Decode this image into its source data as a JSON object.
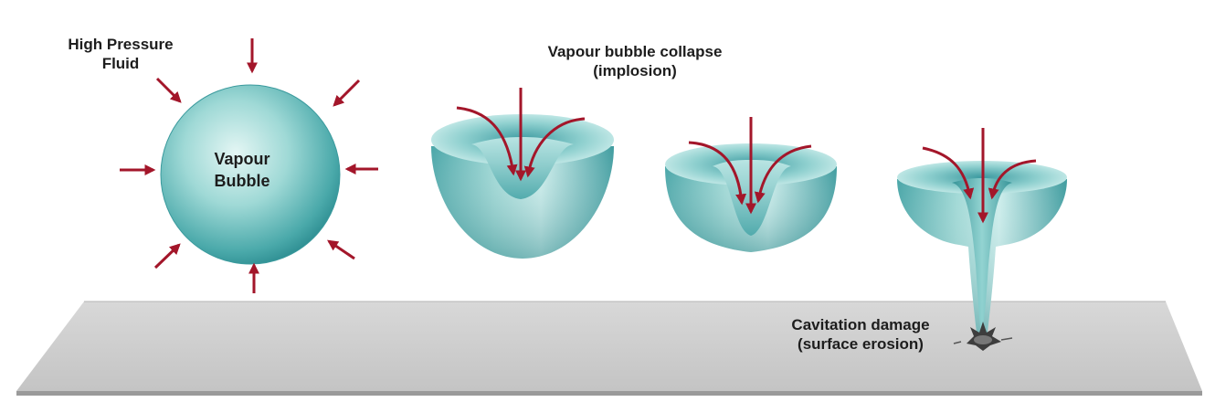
{
  "labels": {
    "high_pressure_line1": "High Pressure",
    "high_pressure_line2": "Fluid",
    "vapour_bubble_line1": "Vapour",
    "vapour_bubble_line2": "Bubble",
    "collapse_line1": "Vapour bubble collapse",
    "collapse_line2": "(implosion)",
    "damage_line1": "Cavitation damage",
    "damage_line2": "(surface erosion)"
  },
  "colors": {
    "arrow": "#a3162a",
    "bubble_light": "#d6f1ef",
    "bubble_mid": "#7fcac7",
    "bubble_dark": "#2e8e92",
    "surface": "#cfcfcf",
    "surface_edge": "#8c8c8c",
    "text": "#1d1d1d"
  },
  "stages": [
    "vapour-bubble",
    "collapse-stage-1",
    "collapse-stage-2",
    "collapse-stage-3-jet"
  ]
}
